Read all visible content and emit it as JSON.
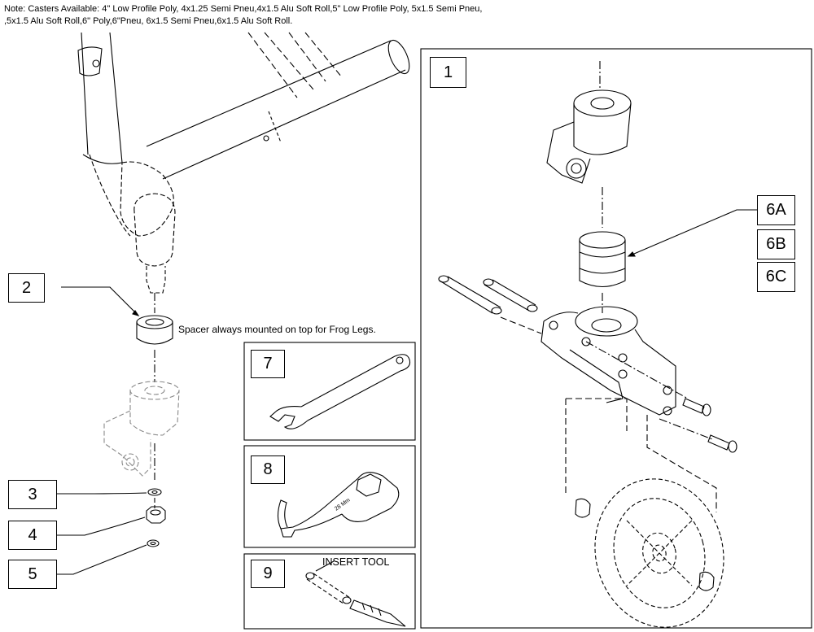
{
  "note": "Note: Casters Available: 4\" Low Profile Poly, 4x1.25 Semi Pneu,4x1.5 Alu Soft Roll,5\" Low Profile Poly, 5x1.5 Semi Pneu, ,5x1.5 Alu Soft Roll,6\" Poly,6\"Pneu, 6x1.5 Semi Pneu,6x1.5 Alu Soft Roll.",
  "callouts": {
    "c1": "1",
    "c2": "2",
    "c3": "3",
    "c4": "4",
    "c5": "5",
    "c6a": "6A",
    "c6b": "6B",
    "c6c": "6C",
    "c7": "7",
    "c8": "8",
    "c9": "9"
  },
  "spacer_caption": "Spacer always mounted on top for Frog Legs.",
  "insert_tool_label": "INSERT TOOL",
  "wrench_marking": "28 Mm"
}
